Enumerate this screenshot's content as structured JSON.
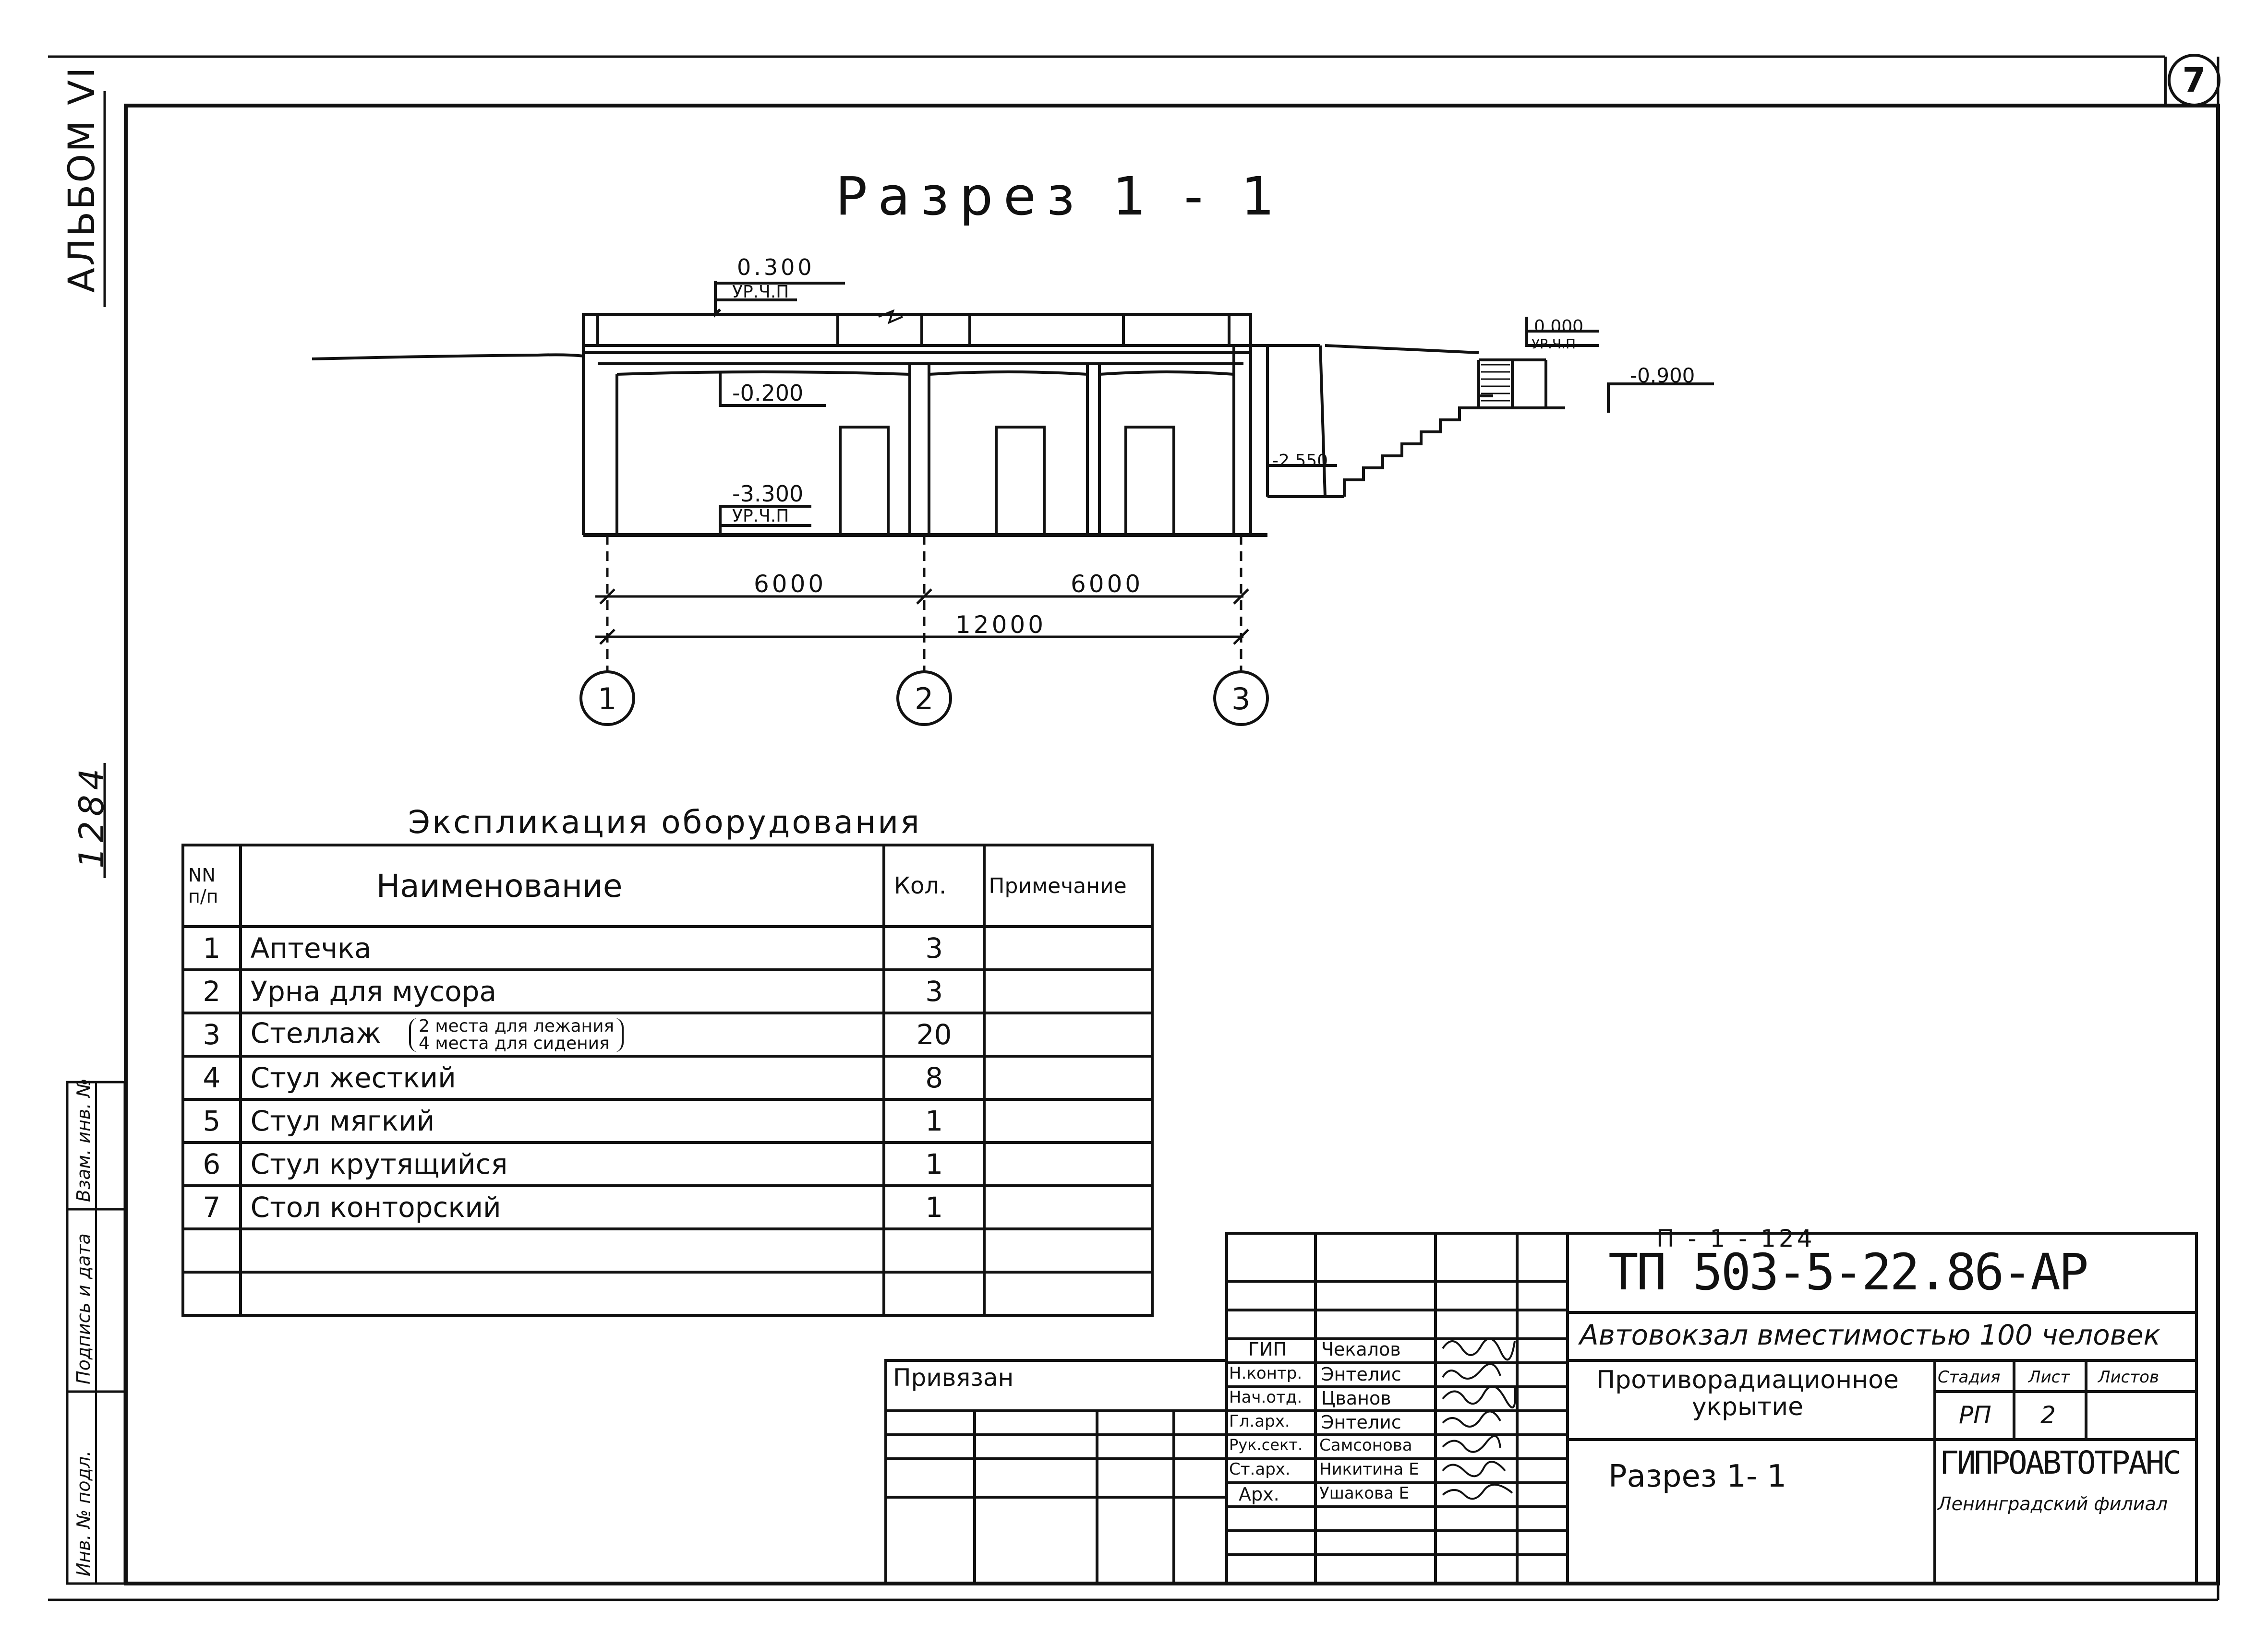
{
  "sheet_number": "7",
  "side_labels": {
    "album": "АЛЬБОМ VI",
    "code": "1284",
    "inv_podl": "Инв. № подл.",
    "podpis_data": "Подпись и дата",
    "vzam_inv": "Взам. инв. №"
  },
  "section": {
    "title": "Разрез 1 - 1",
    "levels": {
      "top": "0.300",
      "top_tag": "УР.Ч.П",
      "ceiling": "-0.200",
      "floor": "-3.300",
      "floor_tag": "УР.Ч.П",
      "right_zero": "0.000",
      "right_zero_tag": "УР.Ч.П",
      "right_ground": "-0.900",
      "stair_bottom": "-2.550"
    },
    "dimensions": {
      "left": "6000",
      "right": "6000",
      "total": "12000"
    },
    "axes": [
      "1",
      "2",
      "3"
    ]
  },
  "explication": {
    "title": "Экспликация оборудования",
    "headers": [
      "NN п/п",
      "Наименование",
      "Кол.",
      "Примечание"
    ],
    "rows": [
      {
        "n": "1",
        "name": "Аптечка",
        "qty": "3",
        "note": ""
      },
      {
        "n": "2",
        "name": "Урна для мусора",
        "qty": "3",
        "note": ""
      },
      {
        "n": "3",
        "name": "Стеллаж",
        "sub1": "2 места для лежания",
        "sub2": "4 места для сидения",
        "qty": "20",
        "note": ""
      },
      {
        "n": "4",
        "name": "Стул жесткий",
        "qty": "8",
        "note": ""
      },
      {
        "n": "5",
        "name": "Стул мягкий",
        "qty": "1",
        "note": ""
      },
      {
        "n": "6",
        "name": "Стул крутящийся",
        "qty": "1",
        "note": ""
      },
      {
        "n": "7",
        "name": "Стол конторский",
        "qty": "1",
        "note": ""
      }
    ]
  },
  "title_block": {
    "privyazan": "Привязан",
    "doc_code_top": "П - 1 - 124",
    "doc_code": "ТП 503-5-22.86-АР",
    "project": "Автовокзал вместимостью 100 человек",
    "object": "Противорадиационное укрытие",
    "stage_label": "Стадия",
    "sheet_label": "Лист",
    "sheets_label": "Листов",
    "stage": "РП",
    "sheet": "2",
    "sheets": "",
    "drawing": "Разрез 1- 1",
    "org": "ГИПРОАВТОТРАНС",
    "branch": "Ленинградский филиал",
    "staff": [
      {
        "role": "ГИП",
        "name": "Чекалов"
      },
      {
        "role": "Н.контр.",
        "name": "Энтелис"
      },
      {
        "role": "Нач.отд.",
        "name": "Цванов"
      },
      {
        "role": "Гл.арх.",
        "name": "Энтелис"
      },
      {
        "role": "Рук.сект.",
        "name": "Самсонова"
      },
      {
        "role": "Ст.арх.",
        "name": "Никитина Е"
      },
      {
        "role": "Арх.",
        "name": "Ушакова Е"
      }
    ]
  }
}
